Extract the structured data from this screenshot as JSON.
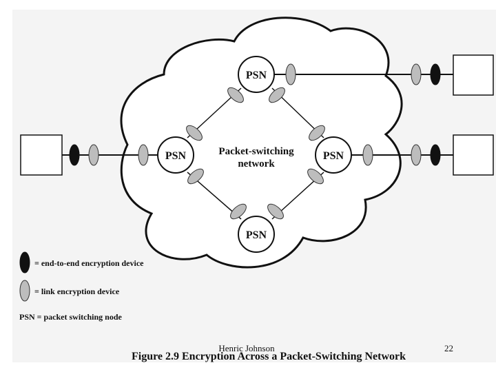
{
  "diagram": {
    "network_label_line1": "Packet-switching",
    "network_label_line2": "network",
    "nodes": [
      "PSN",
      "PSN",
      "PSN",
      "PSN"
    ]
  },
  "legend": {
    "end_to_end": "= end-to-end encryption device",
    "link": "= link encryption device",
    "psn": "PSN = packet switching node"
  },
  "caption": "Figure 2.9   Encryption Across a Packet-Switching Network",
  "footer": {
    "author": "Henric Johnson",
    "page_number": "22"
  },
  "colors": {
    "end_to_end_device": "#111111",
    "link_device": "#bdbdbd",
    "panel_background": "#f4f4f4"
  }
}
